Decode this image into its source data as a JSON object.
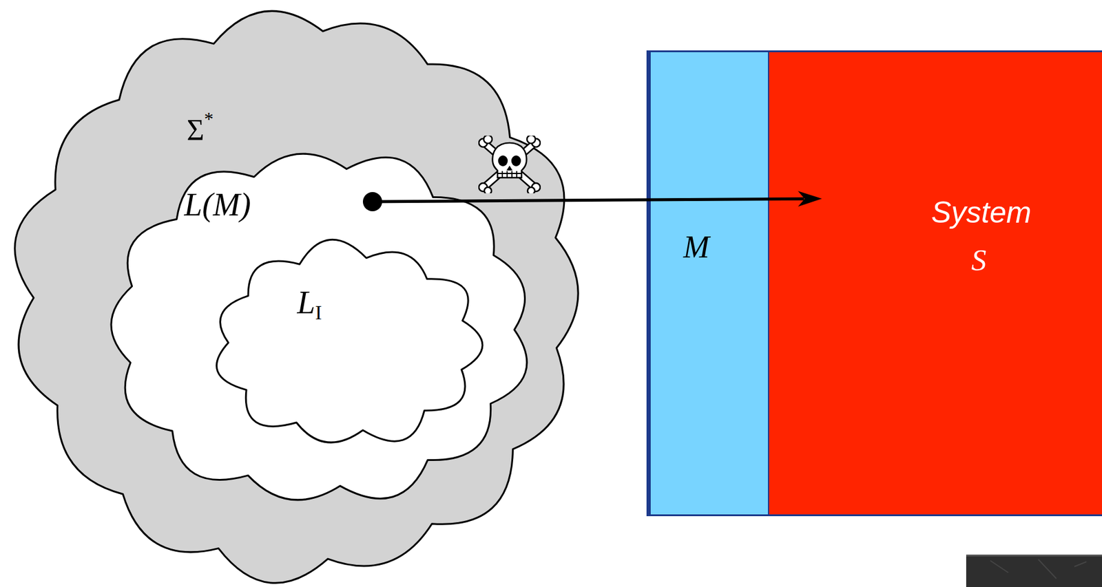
{
  "diagram": {
    "nodes": [
      {
        "text": [
          "Σ*"
        ]
      },
      {
        "text": [
          "L(M)"
        ],
        "in": 0
      },
      {
        "text": [
          "LI"
        ],
        "in": 1
      },
      {
        "text": [
          "System",
          "S"
        ]
      },
      {
        "text": [
          "M"
        ],
        "in": 3
      }
    ],
    "edges": [
      {
        "from": 1,
        "to": 3,
        "arrow": "to"
      }
    ]
  }
}
